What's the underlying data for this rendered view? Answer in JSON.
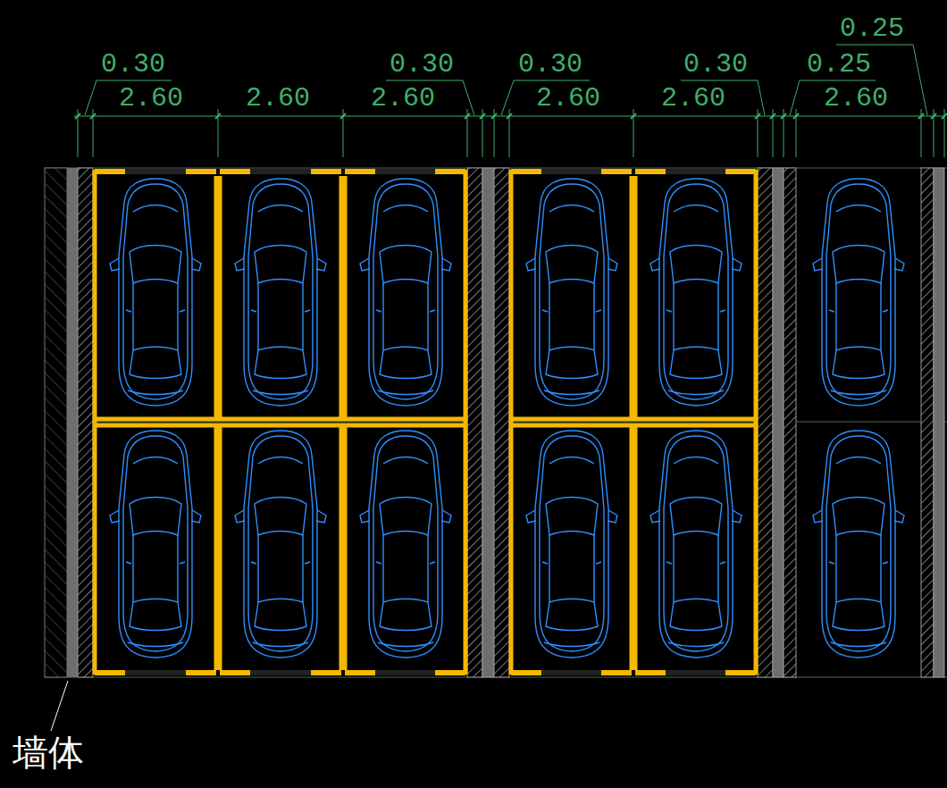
{
  "diagram": {
    "labels": [
      "0.30",
      "2.60",
      "2.60",
      "0.30",
      "2.60",
      "0.30",
      "2.60",
      "0.30",
      "2.60",
      "0.25",
      "0.25",
      "2.60",
      "墙体"
    ]
  }
}
